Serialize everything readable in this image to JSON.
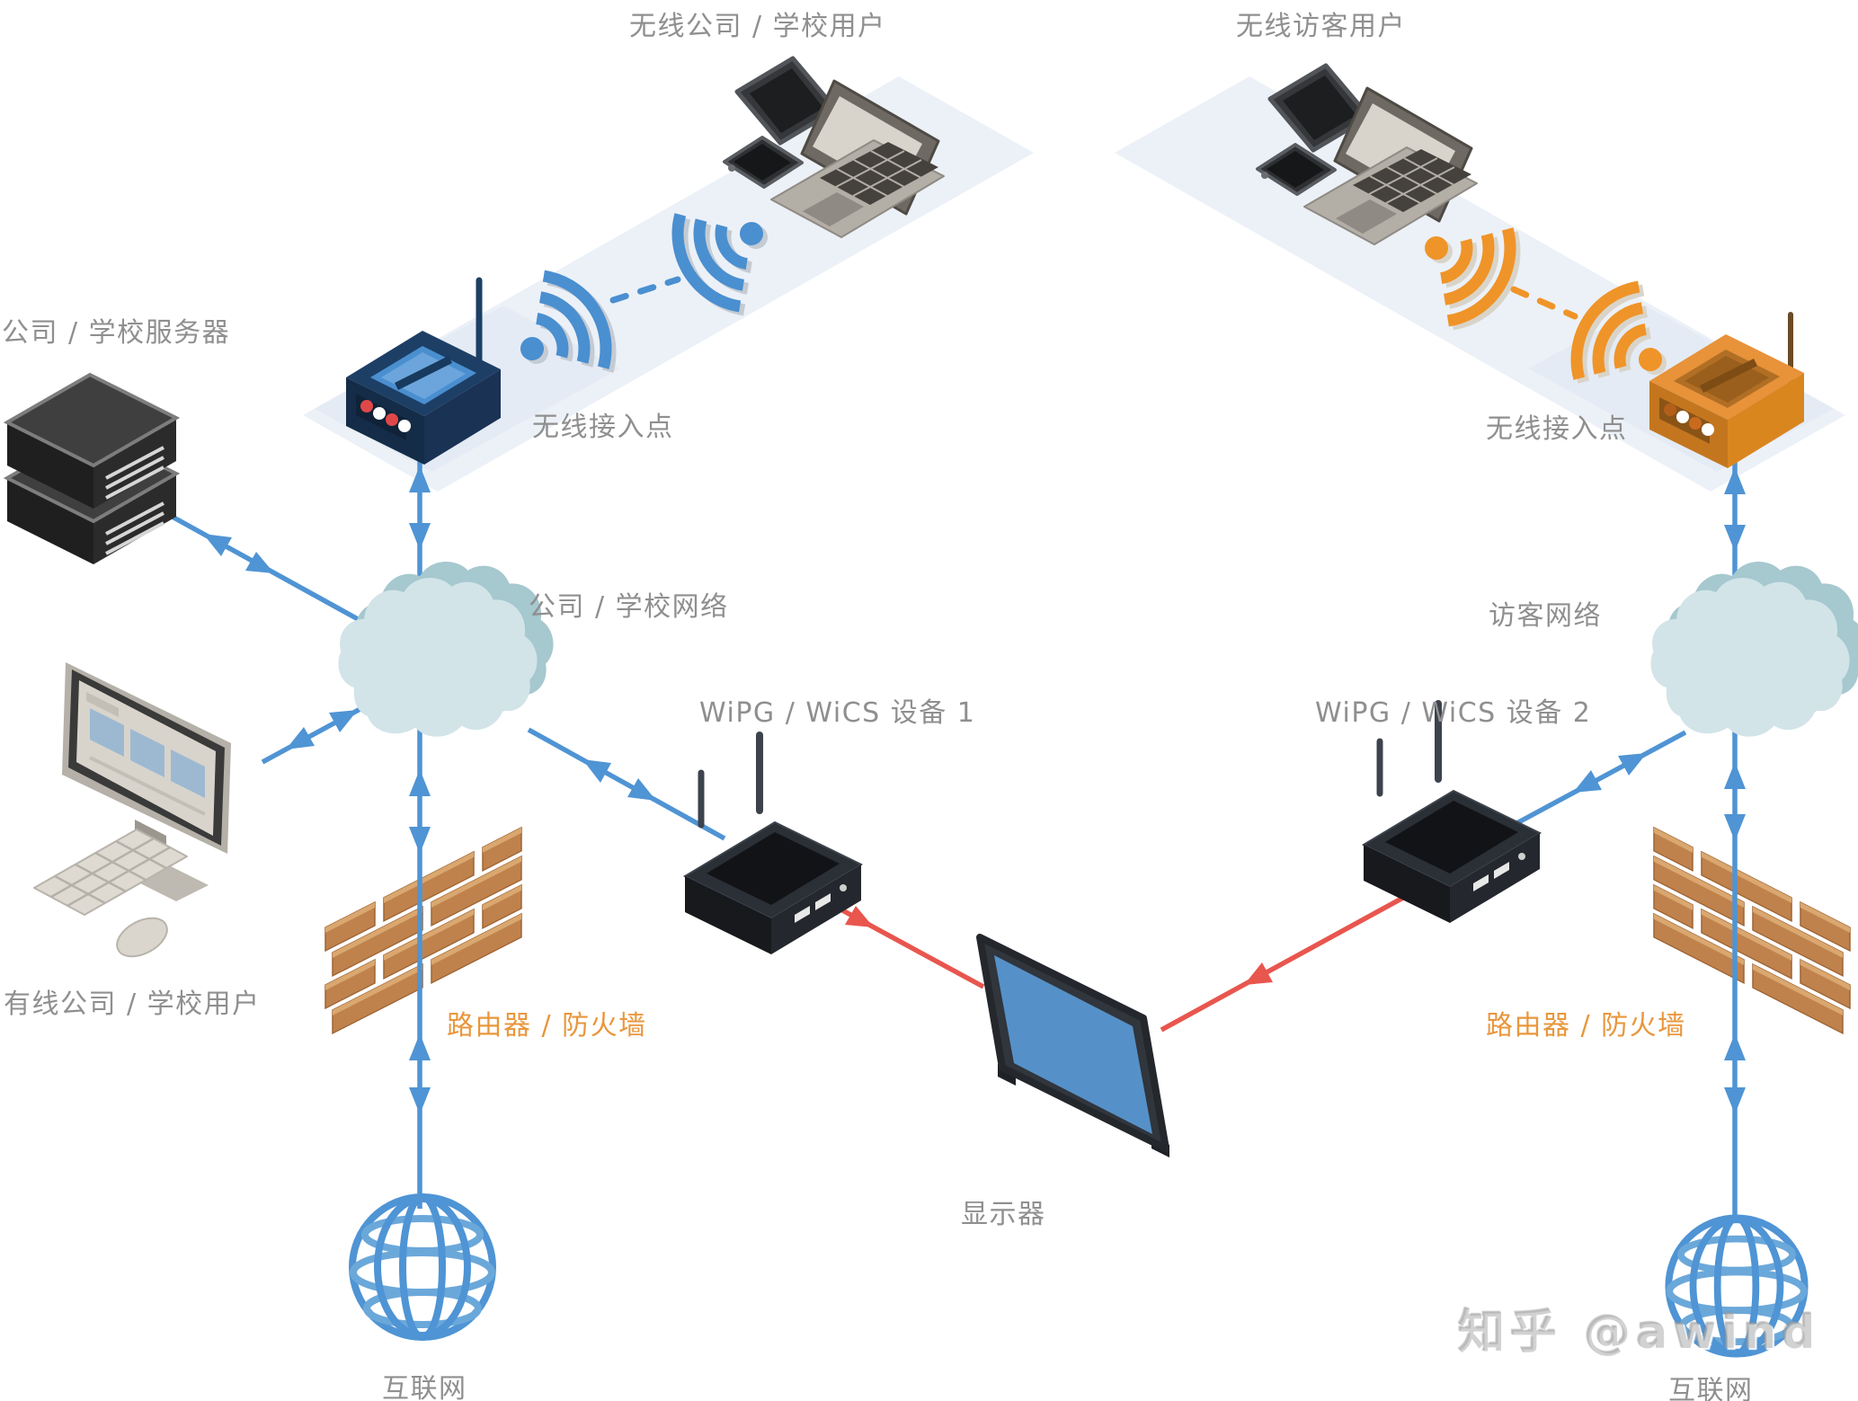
{
  "diagram": {
    "left": {
      "wireless_users_label": "无线公司 / 学校用户",
      "server_label": "公司 / 学校服务器",
      "access_point_label": "无线接入点",
      "network_label": "公司 / 学校网络",
      "wired_users_label": "有线公司 / 学校用户",
      "receiver_label": "WiPG / WiCS 设备 1",
      "firewall_label": "路由器 / 防火墙",
      "internet_label": "互联网"
    },
    "right": {
      "wireless_users_label": "无线访客用户",
      "access_point_label": "无线接入点",
      "network_label": "访客网络",
      "receiver_label": "WiPG / WiCS 设备 2",
      "firewall_label": "路由器 / 防火墙",
      "internet_label": "互联网"
    },
    "center": {
      "display_label": "显示器"
    },
    "watermark": "知乎 @awind",
    "colors": {
      "connection_blue": "#4f94d4",
      "connection_red": "#e8564e",
      "firewall_label_orange": "#e8973d",
      "label_gray": "#8f8f8f",
      "ap_left_body": "#1d3f66",
      "ap_right_body": "#e8923a",
      "wifi_blue": "#4a8fd0",
      "wifi_orange": "#ef9428",
      "cloud_front": "#d2e4e8",
      "cloud_back": "#a6c8cf",
      "brick": "#c0824c",
      "globe_blue": "#5b9bd5",
      "plane_background": "#ecf1f8",
      "display_screen": "#5591c8"
    },
    "icons": [
      "laptop-icon",
      "tablet-icon",
      "smartphone-icon",
      "wifi-signal-icon",
      "access-point-icon",
      "server-icon",
      "desktop-computer-icon",
      "cloud-network-icon",
      "firewall-brick-wall-icon",
      "wipg-receiver-icon",
      "display-monitor-icon",
      "internet-globe-icon"
    ]
  }
}
